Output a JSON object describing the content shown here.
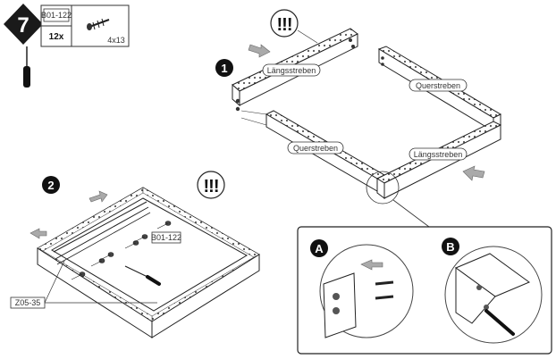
{
  "step_number": "7",
  "parts_box": {
    "part_code": "B01-122",
    "quantity": "12x",
    "screw_size": "4x13"
  },
  "sub_steps": [
    "1",
    "2"
  ],
  "warning_mark": "!!!",
  "beam_labels": {
    "long_top": "Längsstreben",
    "cross_right": "Querstreben",
    "cross_bottom": "Querstreben",
    "long_bottom": "Längsstreben"
  },
  "step2_labels": {
    "part_code": "B01-122",
    "part_code_2": "Z05-35"
  },
  "detail_labels": [
    "A",
    "B"
  ]
}
